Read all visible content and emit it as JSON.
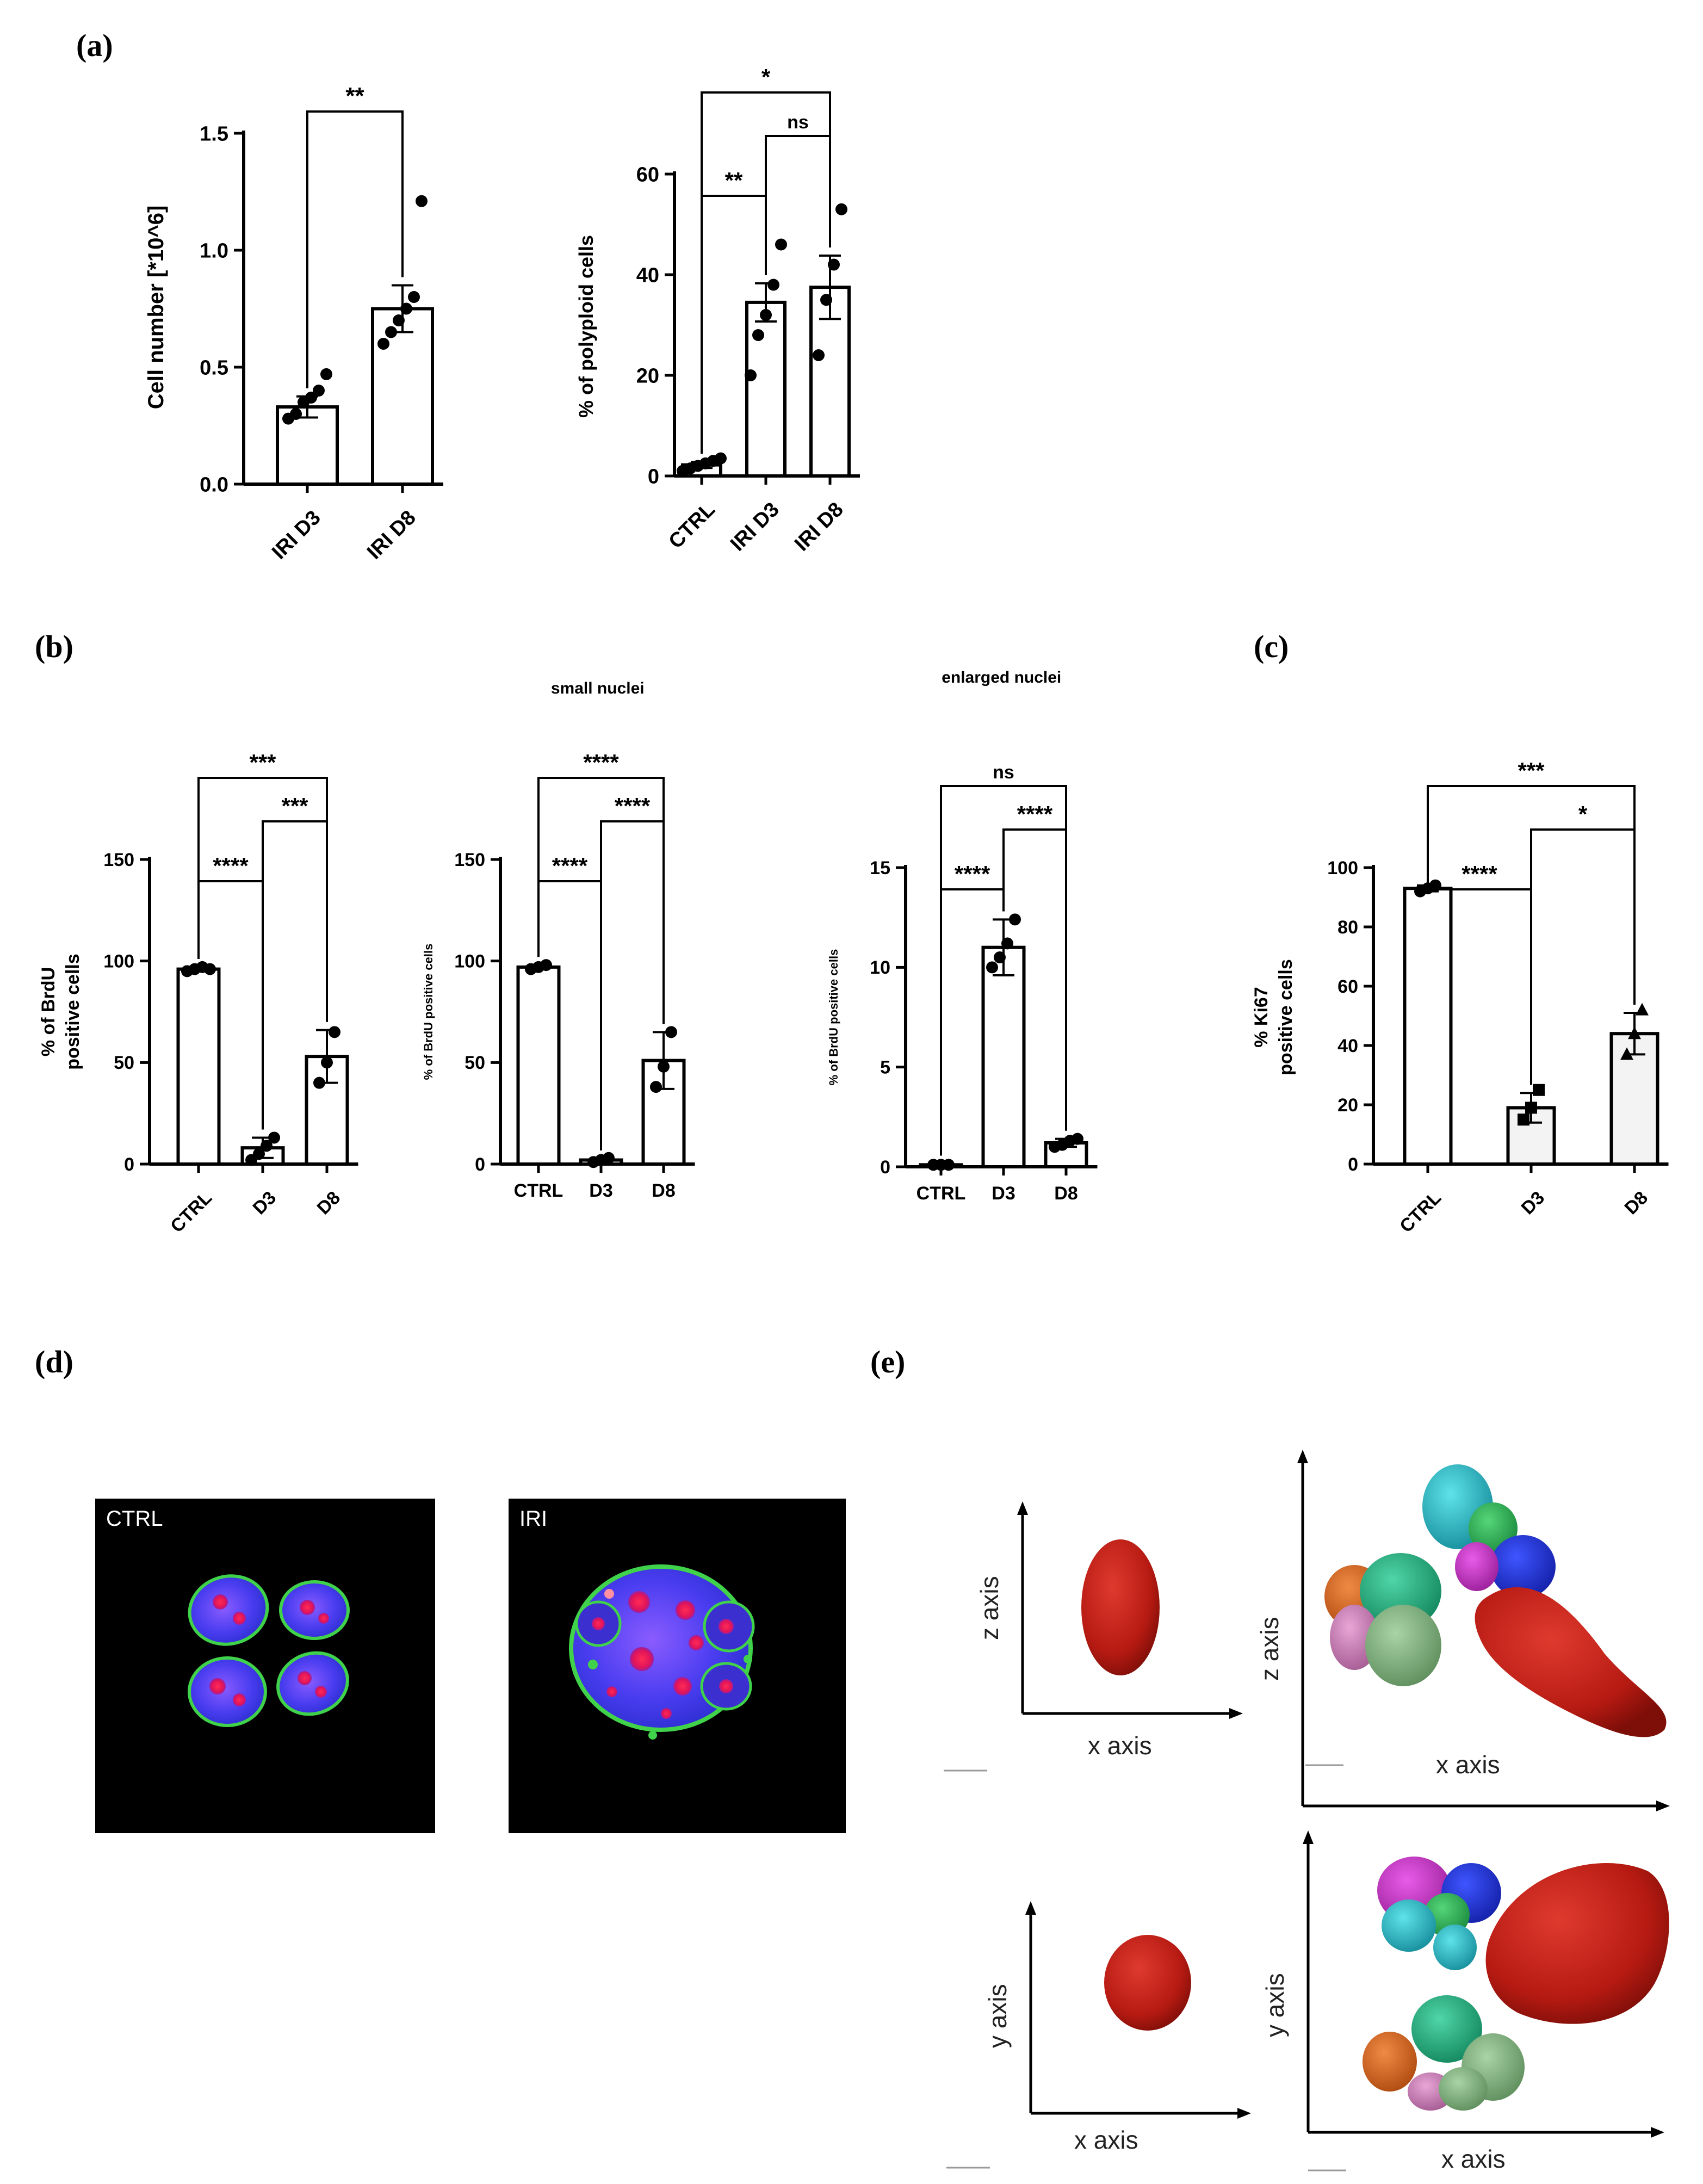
{
  "panel_labels": {
    "a": "(a)",
    "b": "(b)",
    "c": "(c)",
    "d": "(d)",
    "e": "(e)"
  },
  "chart_data": [
    {
      "id": "a1",
      "type": "bar",
      "categories": [
        "IRI D3",
        "IRI D8"
      ],
      "values": [
        0.33,
        0.75
      ],
      "errors": [
        0.045,
        0.1
      ],
      "points": [
        [
          0.28,
          0.3,
          0.35,
          0.37,
          0.4,
          0.47
        ],
        [
          0.6,
          0.65,
          0.7,
          0.75,
          0.8,
          1.21
        ]
      ],
      "ylabel": "Cell number [*10^6]",
      "ylim": [
        0,
        1.5
      ],
      "yticks": [
        0.0,
        0.5,
        1.0,
        1.5
      ],
      "yticklabels": [
        "0.0",
        "0.5",
        "1.0",
        "1.5"
      ],
      "marker": "circle",
      "bar_fill": [
        "#ffffff",
        "#ffffff"
      ],
      "significance": [
        {
          "from": 0,
          "to": 1,
          "label": "**"
        }
      ]
    },
    {
      "id": "a2",
      "type": "bar",
      "categories": [
        "CTRL",
        "IRI D3",
        "IRI D8"
      ],
      "values": [
        2.2,
        34.5,
        37.5
      ],
      "errors": [
        0.6,
        3.8,
        6.3
      ],
      "points": [
        [
          1,
          1.5,
          2,
          2.5,
          3,
          3.5
        ],
        [
          20,
          28,
          32,
          38,
          46
        ],
        [
          24,
          35,
          42,
          53
        ]
      ],
      "ylabel": "% of polyploid cells",
      "ylim": [
        0,
        60
      ],
      "yticks": [
        0,
        20,
        40,
        60
      ],
      "yticklabels": [
        "0",
        "20",
        "40",
        "60"
      ],
      "marker": "circle",
      "bar_fill": [
        "#ffffff",
        "#ffffff",
        "#ffffff"
      ],
      "significance": [
        {
          "from": 0,
          "to": 1,
          "label": "**"
        },
        {
          "from": 1,
          "to": 2,
          "label": "ns"
        },
        {
          "from": 0,
          "to": 2,
          "label": "*"
        }
      ]
    },
    {
      "id": "b1",
      "type": "bar",
      "categories": [
        "CTRL",
        "D3",
        "D8"
      ],
      "values": [
        96,
        8,
        53
      ],
      "errors": [
        1,
        5,
        13
      ],
      "points": [
        [
          95,
          96,
          97,
          96
        ],
        [
          2,
          5,
          9,
          13
        ],
        [
          40,
          50,
          65
        ]
      ],
      "ylabel": "% of BrdU positive cells",
      "ylim": [
        0,
        150
      ],
      "yticks": [
        0,
        50,
        100,
        150
      ],
      "yticklabels": [
        "0",
        "50",
        "100",
        "150"
      ],
      "marker": "circle",
      "bar_fill": [
        "#ffffff",
        "#ffffff",
        "#ffffff"
      ],
      "significance": [
        {
          "from": 0,
          "to": 1,
          "label": "****"
        },
        {
          "from": 1,
          "to": 2,
          "label": "***"
        },
        {
          "from": 0,
          "to": 2,
          "label": "***"
        }
      ]
    },
    {
      "id": "b2",
      "type": "bar",
      "title": "small nuclei",
      "categories": [
        "CTRL",
        "D3",
        "D8"
      ],
      "values": [
        97,
        2,
        51
      ],
      "errors": [
        1,
        0.7,
        14
      ],
      "points": [
        [
          96,
          97,
          98
        ],
        [
          1,
          2,
          3
        ],
        [
          38,
          48,
          65
        ]
      ],
      "ylabel": "% of BrdU positive cells",
      "ylim": [
        0,
        150
      ],
      "yticks": [
        0,
        50,
        100,
        150
      ],
      "yticklabels": [
        "0",
        "50",
        "100",
        "150"
      ],
      "marker": "circle",
      "bar_fill": [
        "#ffffff",
        "#ffffff",
        "#ffffff"
      ],
      "significance": [
        {
          "from": 0,
          "to": 1,
          "label": "****"
        },
        {
          "from": 1,
          "to": 2,
          "label": "****"
        },
        {
          "from": 0,
          "to": 2,
          "label": "****"
        }
      ]
    },
    {
      "id": "b3",
      "type": "bar",
      "title": "enlarged nuclei",
      "categories": [
        "CTRL",
        "D3",
        "D8"
      ],
      "values": [
        0.1,
        11,
        1.2
      ],
      "errors": [
        0.05,
        1.4,
        0.2
      ],
      "points": [
        [
          0.1,
          0.1,
          0.1
        ],
        [
          10,
          10.5,
          11.2,
          12.4
        ],
        [
          1,
          1.1,
          1.3,
          1.4
        ]
      ],
      "ylabel": "% of BrdU positive cells",
      "ylim": [
        0,
        15
      ],
      "yticks": [
        0,
        5,
        10,
        15
      ],
      "yticklabels": [
        "0",
        "5",
        "10",
        "15"
      ],
      "marker": "circle",
      "bar_fill": [
        "#ffffff",
        "#ffffff",
        "#ffffff"
      ],
      "significance": [
        {
          "from": 0,
          "to": 1,
          "label": "****"
        },
        {
          "from": 1,
          "to": 2,
          "label": "****"
        },
        {
          "from": 0,
          "to": 2,
          "label": "ns"
        }
      ]
    },
    {
      "id": "c1",
      "type": "bar",
      "categories": [
        "CTRL",
        "D3",
        "D8"
      ],
      "values": [
        93,
        19,
        44
      ],
      "errors": [
        1,
        5,
        7
      ],
      "points": [
        [
          92,
          93,
          94
        ],
        [
          15,
          19,
          25
        ],
        [
          37,
          44,
          52
        ]
      ],
      "ylabel": "% Ki67 positive cells",
      "ylim": [
        0,
        100
      ],
      "yticks": [
        0,
        20,
        40,
        60,
        80,
        100
      ],
      "yticklabels": [
        "0",
        "20",
        "40",
        "60",
        "80",
        "100"
      ],
      "marker": [
        "circle",
        "square",
        "triangle"
      ],
      "bar_fill": [
        "#ffffff",
        "#f3f3f3",
        "#f3f3f3"
      ],
      "significance": [
        {
          "from": 0,
          "to": 1,
          "label": "****"
        },
        {
          "from": 1,
          "to": 2,
          "label": "*"
        },
        {
          "from": 0,
          "to": 2,
          "label": "***"
        }
      ]
    }
  ],
  "images": {
    "ctrl_label": "CTRL",
    "iri_label": "IRI",
    "axis_labels": {
      "z1": "z axis",
      "x1": "x axis",
      "z2": "z axis",
      "x2": "x axis",
      "y3": "y axis",
      "x3": "x axis",
      "y4": "y axis",
      "x4": "x axis"
    }
  }
}
